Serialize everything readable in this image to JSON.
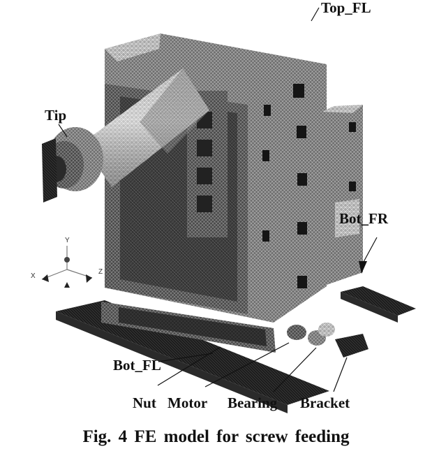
{
  "figure": {
    "labels": {
      "tip": "Tip",
      "top_fl": "Top_FL",
      "bot_fr": "Bot_FR",
      "bot_fl": "Bot_FL",
      "nut": "Nut",
      "motor": "Motor",
      "bearing": "Bearing",
      "bracket": "Bracket"
    },
    "axes": {
      "x": "X",
      "y": "Y",
      "z": "Z"
    }
  },
  "caption": "Fig. 4 FE model for screw feeding",
  "colors": {
    "mesh_dark": "#3a3a3a",
    "mesh_mid": "#7a7a7a",
    "mesh_light": "#c8c8c8",
    "text": "#111111"
  }
}
